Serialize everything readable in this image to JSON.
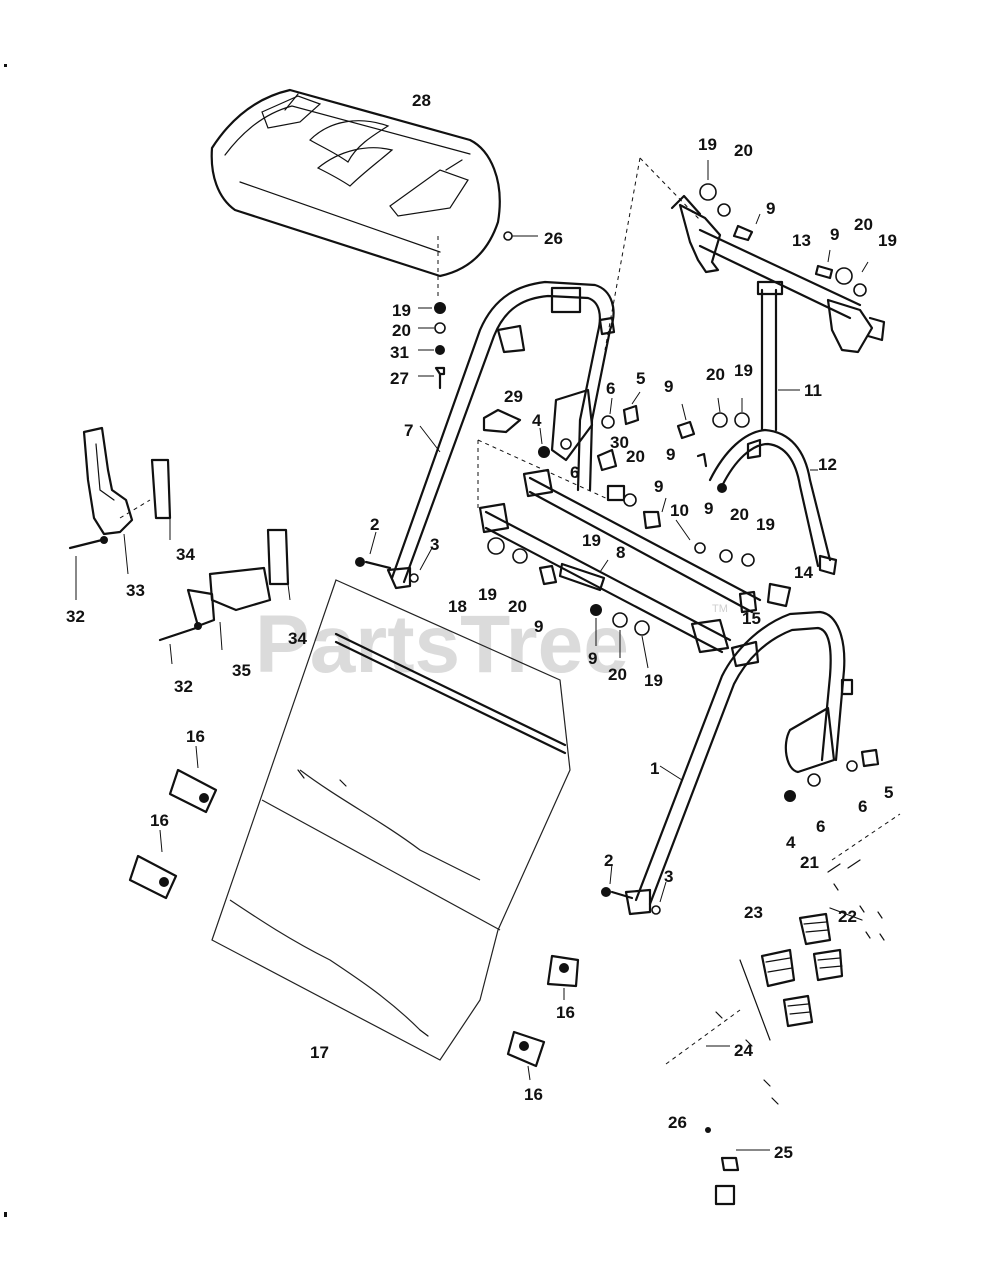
{
  "watermark": {
    "text": "PartsTree",
    "trademark": "TM"
  },
  "callouts": [
    {
      "id": "c28",
      "text": "28"
    },
    {
      "id": "c26a",
      "text": "26"
    },
    {
      "id": "c19a",
      "text": "19"
    },
    {
      "id": "c20a",
      "text": "20"
    },
    {
      "id": "c9a",
      "text": "9"
    },
    {
      "id": "c13",
      "text": "13"
    },
    {
      "id": "c9b",
      "text": "9"
    },
    {
      "id": "c20b",
      "text": "20"
    },
    {
      "id": "c19b",
      "text": "19"
    },
    {
      "id": "c19c",
      "text": "19"
    },
    {
      "id": "c20c",
      "text": "20"
    },
    {
      "id": "c31",
      "text": "31"
    },
    {
      "id": "c27",
      "text": "27"
    },
    {
      "id": "c11",
      "text": "11"
    },
    {
      "id": "c29",
      "text": "29"
    },
    {
      "id": "c5a",
      "text": "5"
    },
    {
      "id": "c6a",
      "text": "6"
    },
    {
      "id": "c9c",
      "text": "9"
    },
    {
      "id": "c20d",
      "text": "20"
    },
    {
      "id": "c19d",
      "text": "19"
    },
    {
      "id": "c7",
      "text": "7"
    },
    {
      "id": "c4a",
      "text": "4"
    },
    {
      "id": "c30",
      "text": "30"
    },
    {
      "id": "c20e",
      "text": "20"
    },
    {
      "id": "c9d",
      "text": "9"
    },
    {
      "id": "c12",
      "text": "12"
    },
    {
      "id": "c6b",
      "text": "6"
    },
    {
      "id": "c9e",
      "text": "9"
    },
    {
      "id": "c9f",
      "text": "9"
    },
    {
      "id": "c10",
      "text": "10"
    },
    {
      "id": "c20f",
      "text": "20"
    },
    {
      "id": "c19e",
      "text": "19"
    },
    {
      "id": "c34a",
      "text": "34"
    },
    {
      "id": "c33",
      "text": "33"
    },
    {
      "id": "c32a",
      "text": "32"
    },
    {
      "id": "c2a",
      "text": "2"
    },
    {
      "id": "c3a",
      "text": "3"
    },
    {
      "id": "c19f",
      "text": "19"
    },
    {
      "id": "c8",
      "text": "8"
    },
    {
      "id": "c14",
      "text": "14"
    },
    {
      "id": "c18",
      "text": "18"
    },
    {
      "id": "c19g",
      "text": "19"
    },
    {
      "id": "c20g",
      "text": "20"
    },
    {
      "id": "c9g",
      "text": "9"
    },
    {
      "id": "c15",
      "text": "15"
    },
    {
      "id": "c34b",
      "text": "34"
    },
    {
      "id": "c32b",
      "text": "32"
    },
    {
      "id": "c35",
      "text": "35"
    },
    {
      "id": "c9h",
      "text": "9"
    },
    {
      "id": "c20h",
      "text": "20"
    },
    {
      "id": "c19h",
      "text": "19"
    },
    {
      "id": "c16a",
      "text": "16"
    },
    {
      "id": "c1",
      "text": "1"
    },
    {
      "id": "c5b",
      "text": "5"
    },
    {
      "id": "c6c",
      "text": "6"
    },
    {
      "id": "c4b",
      "text": "4"
    },
    {
      "id": "c6d",
      "text": "6"
    },
    {
      "id": "c16b",
      "text": "16"
    },
    {
      "id": "c21",
      "text": "21"
    },
    {
      "id": "c2b",
      "text": "2"
    },
    {
      "id": "c3b",
      "text": "3"
    },
    {
      "id": "c23",
      "text": "23"
    },
    {
      "id": "c22",
      "text": "22"
    },
    {
      "id": "c16c",
      "text": "16"
    },
    {
      "id": "c17",
      "text": "17"
    },
    {
      "id": "c24",
      "text": "24"
    },
    {
      "id": "c16d",
      "text": "16"
    },
    {
      "id": "c26b",
      "text": "26"
    },
    {
      "id": "c25",
      "text": "25"
    }
  ]
}
